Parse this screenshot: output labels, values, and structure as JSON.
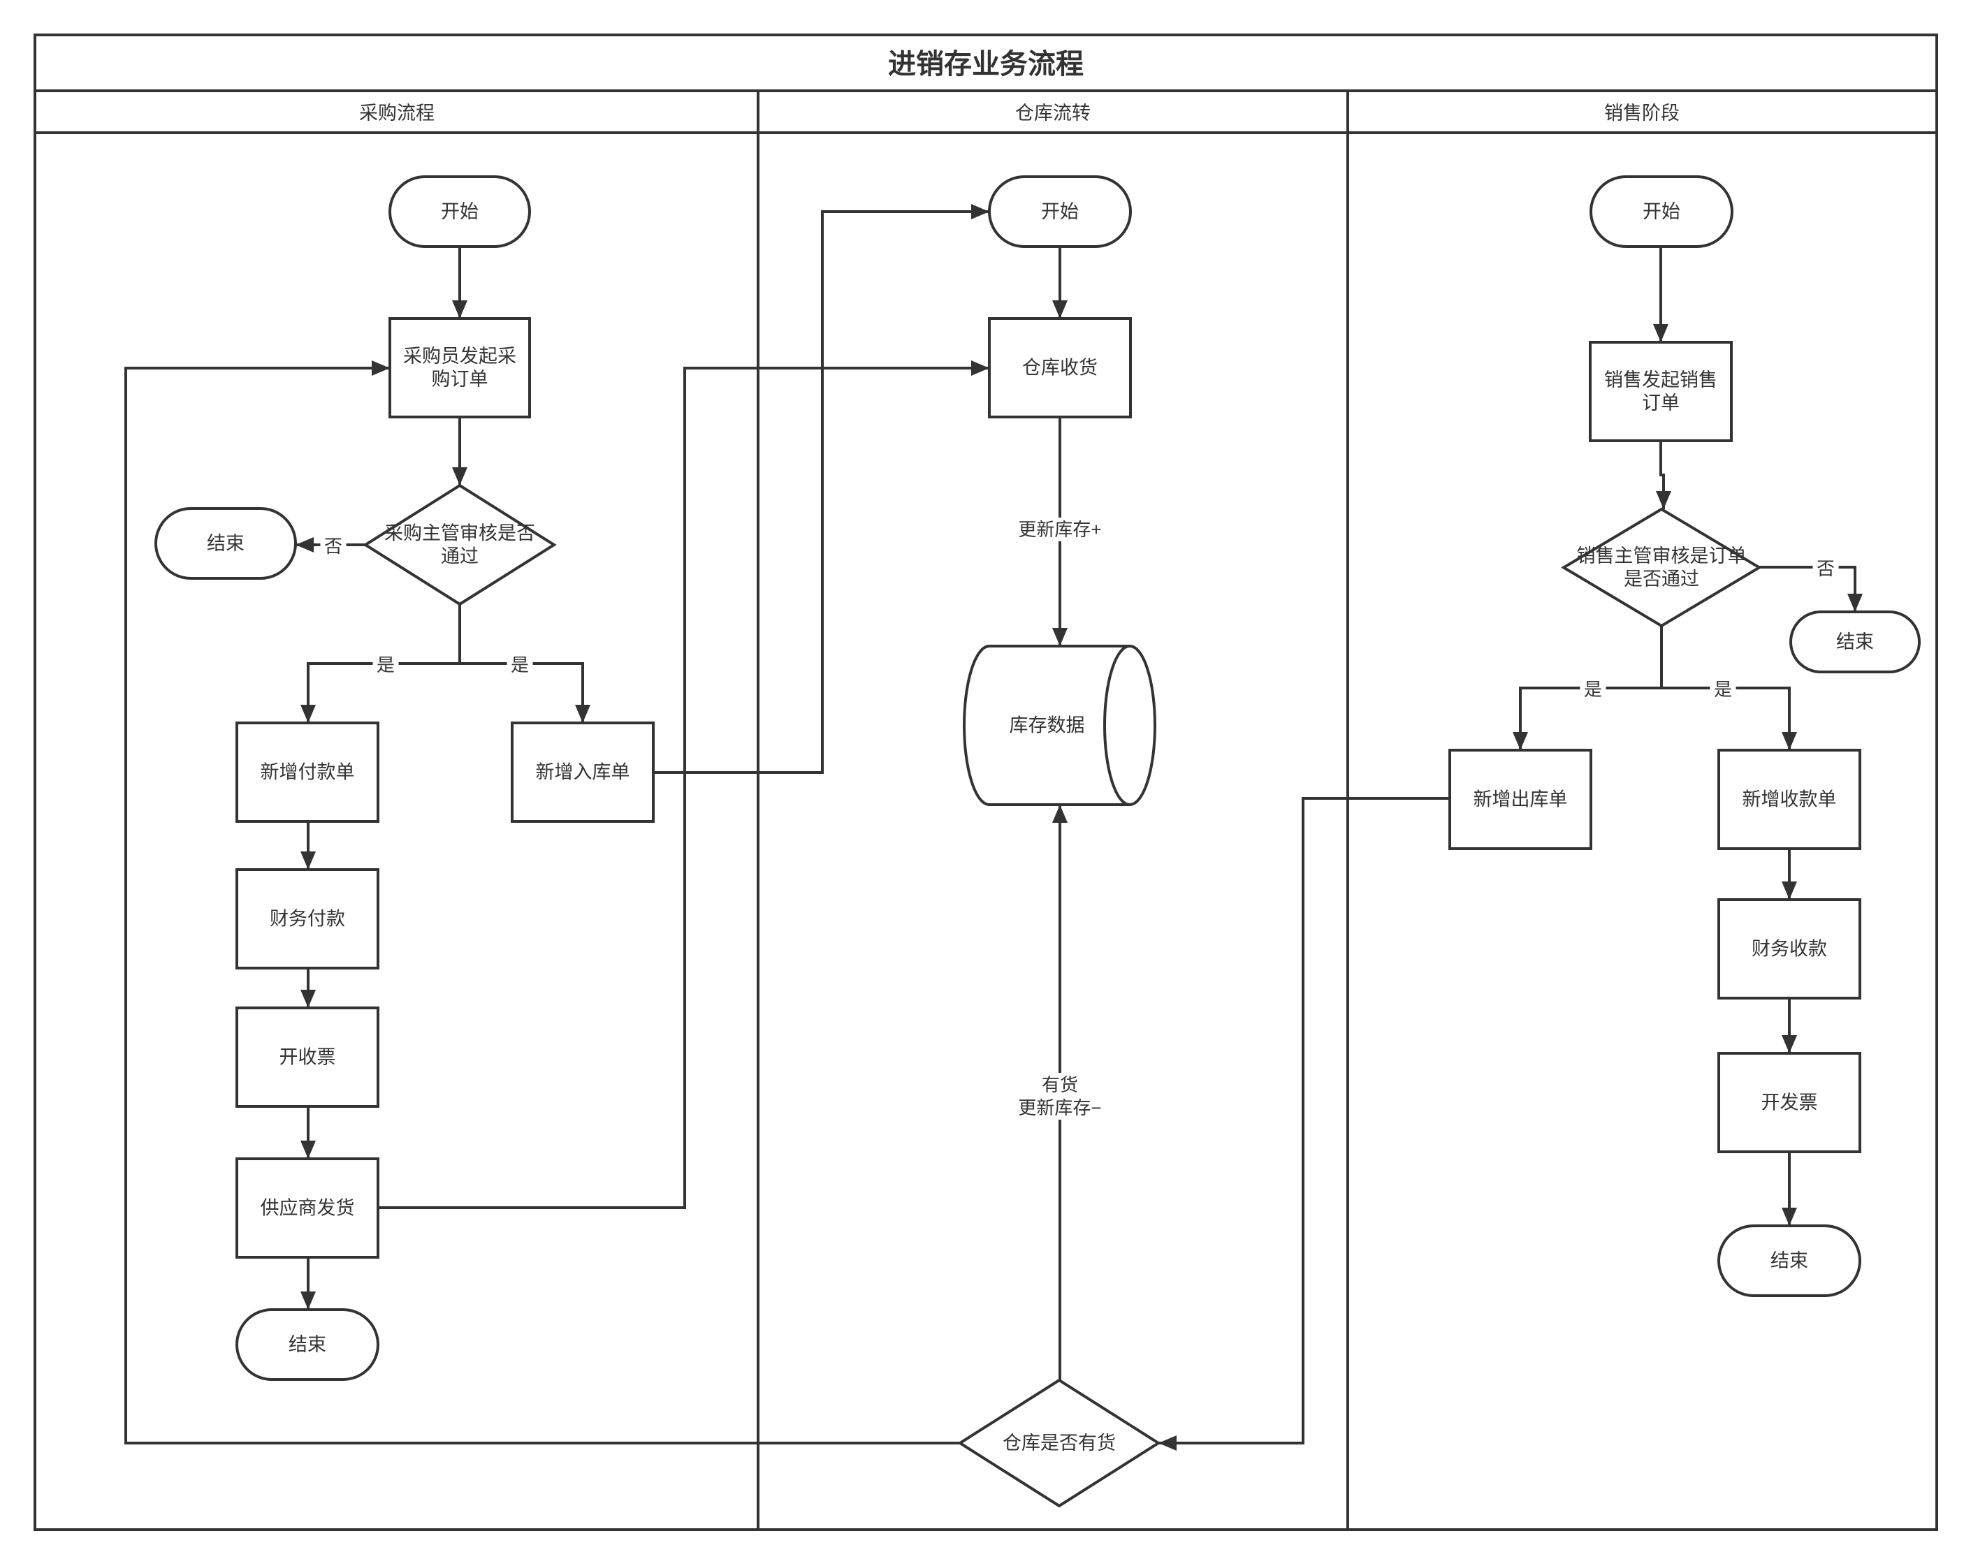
{
  "title": "进销存业务流程",
  "lanes": [
    {
      "id": "purchase",
      "label": "采购流程"
    },
    {
      "id": "warehouse",
      "label": "仓库流转"
    },
    {
      "id": "sales",
      "label": "销售阶段"
    }
  ],
  "nodes": {
    "p_start": {
      "shape": "terminal",
      "label": [
        "开始"
      ]
    },
    "p_order": {
      "shape": "process",
      "label": [
        "采购员发起采",
        "购订单"
      ]
    },
    "p_review": {
      "shape": "decision",
      "label": [
        "采购主管审核是否",
        "通过"
      ]
    },
    "p_end_reject": {
      "shape": "terminal",
      "label": [
        "结束"
      ]
    },
    "p_payment_bill": {
      "shape": "process",
      "label": [
        "新增付款单"
      ]
    },
    "p_inbound_bill": {
      "shape": "process",
      "label": [
        "新增入库单"
      ]
    },
    "p_finance_pay": {
      "shape": "process",
      "label": [
        "财务付款"
      ]
    },
    "p_receipt": {
      "shape": "process",
      "label": [
        "开收票"
      ]
    },
    "p_ship": {
      "shape": "process",
      "label": [
        "供应商发货"
      ]
    },
    "p_end": {
      "shape": "terminal",
      "label": [
        "结束"
      ]
    },
    "w_start": {
      "shape": "terminal",
      "label": [
        "开始"
      ]
    },
    "w_receive": {
      "shape": "process",
      "label": [
        "仓库收货"
      ]
    },
    "w_data": {
      "shape": "database",
      "label": [
        "库存数据"
      ]
    },
    "w_check": {
      "shape": "decision",
      "label": [
        "仓库是否有货"
      ]
    },
    "s_start": {
      "shape": "terminal",
      "label": [
        "开始"
      ]
    },
    "s_order": {
      "shape": "process",
      "label": [
        "销售发起销售",
        "订单"
      ]
    },
    "s_review": {
      "shape": "decision",
      "label": [
        "销售主管审核是订单",
        "是否通过"
      ]
    },
    "s_end_reject": {
      "shape": "terminal",
      "label": [
        "结束"
      ]
    },
    "s_outbound": {
      "shape": "process",
      "label": [
        "新增出库单"
      ]
    },
    "s_collect_bill": {
      "shape": "process",
      "label": [
        "新增收款单"
      ]
    },
    "s_finance_collect": {
      "shape": "process",
      "label": [
        "财务收款"
      ]
    },
    "s_invoice": {
      "shape": "process",
      "label": [
        "开发票"
      ]
    },
    "s_end": {
      "shape": "terminal",
      "label": [
        "结束"
      ]
    }
  },
  "edges": [
    {
      "id": "e1",
      "from": "p_start",
      "to": "p_order",
      "label": []
    },
    {
      "id": "e2",
      "from": "p_order",
      "to": "p_review",
      "label": []
    },
    {
      "id": "e3",
      "from": "p_review",
      "to": "p_end_reject",
      "label": [
        "否"
      ]
    },
    {
      "id": "e4",
      "from": "p_review",
      "to": "p_payment_bill",
      "label": [
        "是"
      ]
    },
    {
      "id": "e5",
      "from": "p_review",
      "to": "p_inbound_bill",
      "label": [
        "是"
      ]
    },
    {
      "id": "e6",
      "from": "p_payment_bill",
      "to": "p_finance_pay",
      "label": []
    },
    {
      "id": "e7",
      "from": "p_finance_pay",
      "to": "p_receipt",
      "label": []
    },
    {
      "id": "e8",
      "from": "p_receipt",
      "to": "p_ship",
      "label": []
    },
    {
      "id": "e9",
      "from": "p_ship",
      "to": "p_end",
      "label": []
    },
    {
      "id": "e10",
      "from": "p_inbound_bill",
      "to": "w_start",
      "label": []
    },
    {
      "id": "e11",
      "from": "p_ship",
      "to": "w_receive",
      "label": []
    },
    {
      "id": "e12",
      "from": "w_start",
      "to": "w_receive",
      "label": []
    },
    {
      "id": "e13",
      "from": "w_receive",
      "to": "w_data",
      "label": [
        "更新库存+"
      ]
    },
    {
      "id": "e14",
      "from": "w_check",
      "to": "w_data",
      "label": [
        "有货",
        "更新库存−"
      ]
    },
    {
      "id": "e15",
      "from": "w_check",
      "to": "p_order",
      "label": []
    },
    {
      "id": "e16",
      "from": "s_outbound",
      "to": "w_check",
      "label": []
    },
    {
      "id": "e17",
      "from": "s_start",
      "to": "s_order",
      "label": []
    },
    {
      "id": "e18",
      "from": "s_order",
      "to": "s_review",
      "label": []
    },
    {
      "id": "e19",
      "from": "s_review",
      "to": "s_end_reject",
      "label": [
        "否"
      ]
    },
    {
      "id": "e20",
      "from": "s_review",
      "to": "s_outbound",
      "label": [
        "是"
      ]
    },
    {
      "id": "e21",
      "from": "s_review",
      "to": "s_collect_bill",
      "label": [
        "是"
      ]
    },
    {
      "id": "e22",
      "from": "s_collect_bill",
      "to": "s_finance_collect",
      "label": []
    },
    {
      "id": "e23",
      "from": "s_finance_collect",
      "to": "s_invoice",
      "label": []
    },
    {
      "id": "e24",
      "from": "s_invoice",
      "to": "s_end",
      "label": []
    }
  ]
}
